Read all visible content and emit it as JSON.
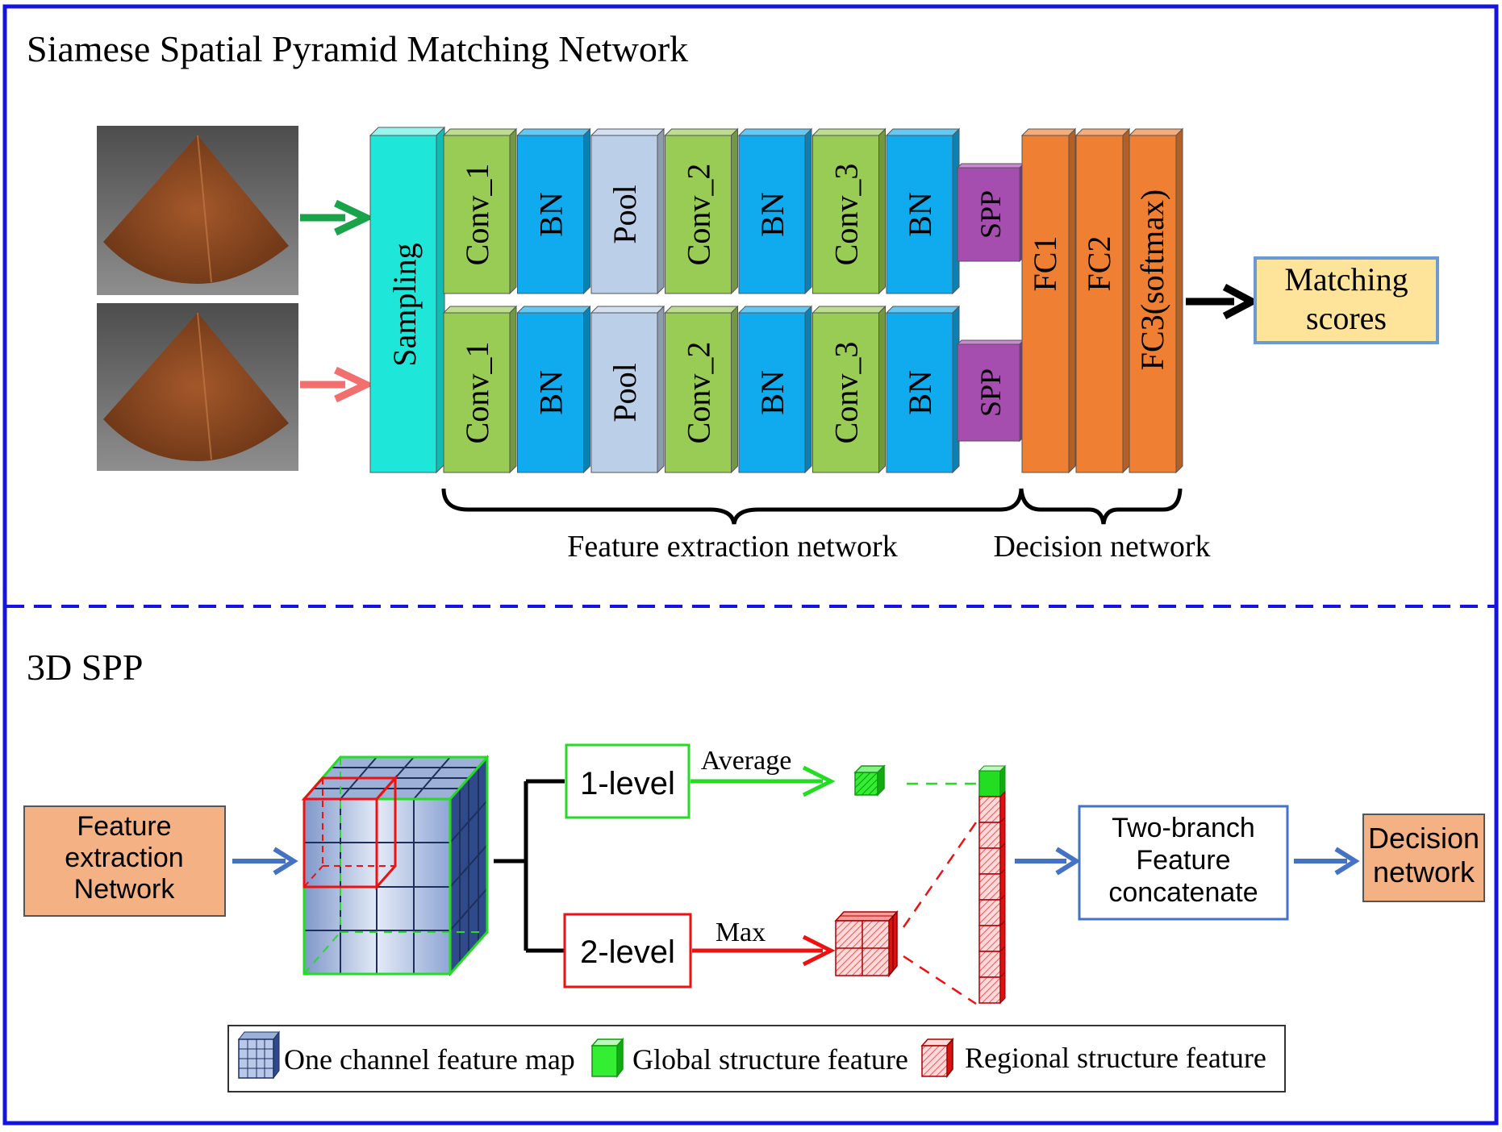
{
  "top_panel": {
    "title": "Siamese Spatial Pyramid Matching Network",
    "sampling_label": "Sampling",
    "branch_layers": [
      "Conv_1",
      "BN",
      "Pool",
      "Conv_2",
      "BN",
      "Conv_3",
      "BN"
    ],
    "spp_label": "SPP",
    "fc_layers": [
      "FC1",
      "FC2",
      "FC3(softmax)"
    ],
    "output_label_line1": "Matching",
    "output_label_line2": "scores",
    "brace_feature_label": "Feature extraction network",
    "brace_decision_label": "Decision network",
    "colors": {
      "sampling": "#1ee6d8",
      "conv": "#99cc55",
      "bn": "#10aaee",
      "pool": "#bccfe9",
      "spp": "#a64db0",
      "fc": "#ee7f33",
      "output": "#fde49a",
      "arrow_top": "#1aa34a",
      "arrow_bottom": "#f26f6f"
    }
  },
  "bottom_panel": {
    "title": "3D SPP",
    "input_label_line1": "Feature",
    "input_label_line2": "extraction",
    "input_label_line3": "Network",
    "level1_label": "1-level",
    "level1_op": "Average",
    "level2_label": "2-level",
    "level2_op": "Max",
    "concat_line1": "Two-branch",
    "concat_line2": "Feature",
    "concat_line3": "concatenate",
    "decision_line1": "Decision",
    "decision_line2": "network",
    "legend": {
      "item1": "One channel feature map",
      "item2": "Global structure feature",
      "item3": "Regional structure feature"
    },
    "colors": {
      "input_box": "#f4b183",
      "arrow": "#4472c4",
      "green": "#22dd22",
      "red": "#ee1111",
      "cube_face": "#b8c8e8",
      "cube_side": "#2e4a8a"
    }
  },
  "colors": {
    "frame": "#1414e0"
  }
}
